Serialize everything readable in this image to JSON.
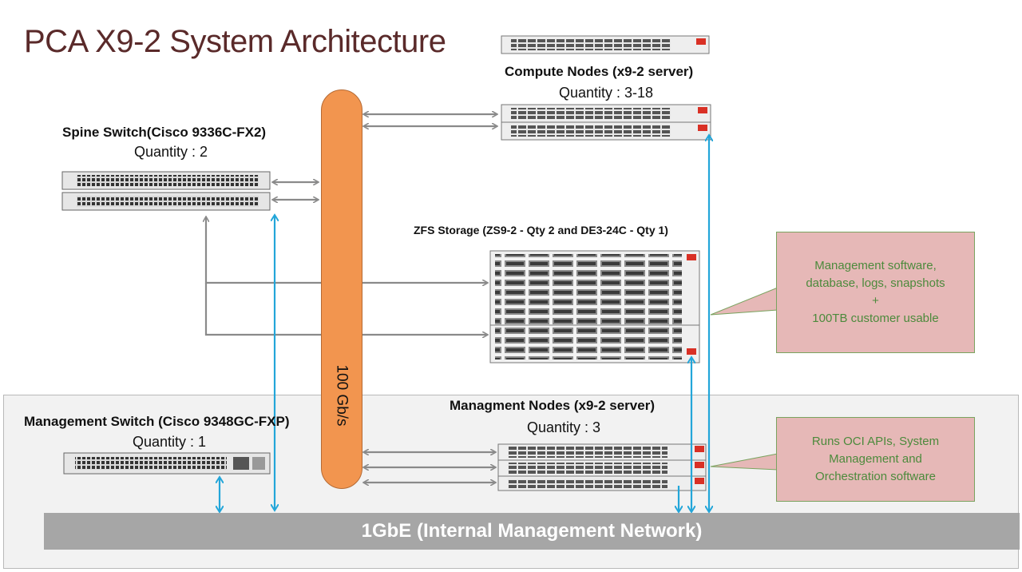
{
  "title": "PCA X9-2 System Architecture",
  "compute": {
    "label": "Compute Nodes (x9-2 server)",
    "quantity": "Quantity : 3-18"
  },
  "spine": {
    "label": "Spine Switch(Cisco 9336C-FX2)",
    "quantity": "Quantity : 2"
  },
  "zfs": {
    "label": "ZFS Storage (ZS9-2 - Qty 2 and DE3-24C - Qty 1)"
  },
  "mgmt_switch": {
    "label": "Management Switch (Cisco 9348GC-FXP)",
    "quantity": "Quantity : 1"
  },
  "mgmt_nodes": {
    "label": "Managment Nodes (x9-2 server)",
    "quantity": "Quantity : 3"
  },
  "backbone": {
    "label": "100 Gb/s"
  },
  "network": {
    "label": "1GbE (Internal Management Network)"
  },
  "callout_storage": {
    "lines": [
      "Management software,",
      "database, logs, snapshots",
      "+",
      "100TB customer usable"
    ]
  },
  "callout_mgmt": {
    "lines": [
      "Runs OCI APIs, System",
      "Management and",
      "Orchestration software"
    ]
  },
  "colors": {
    "backbone": "#f2954f",
    "link_100g": "#8a8a8a",
    "link_1g": "#23a6d9",
    "callout_fill": "#e6b8b7",
    "callout_text": "#4c8a3c",
    "network_bar": "#a6a6a6",
    "title": "#5a2a2a"
  }
}
